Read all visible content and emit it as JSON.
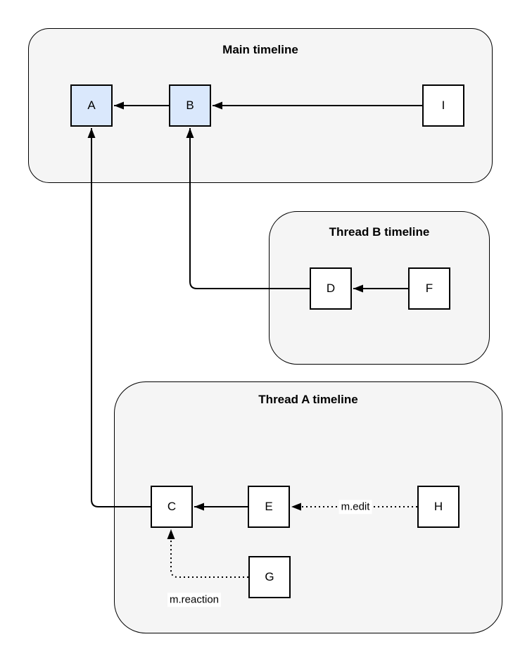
{
  "diagram": {
    "containers": {
      "main": {
        "title": "Main timeline"
      },
      "thread_b": {
        "title": "Thread B timeline"
      },
      "thread_a": {
        "title": "Thread A timeline"
      }
    },
    "nodes": {
      "a": {
        "label": "A",
        "highlighted": true
      },
      "b": {
        "label": "B",
        "highlighted": true
      },
      "i": {
        "label": "I",
        "highlighted": false
      },
      "d": {
        "label": "D",
        "highlighted": false
      },
      "f": {
        "label": "F",
        "highlighted": false
      },
      "c": {
        "label": "C",
        "highlighted": false
      },
      "e": {
        "label": "E",
        "highlighted": false
      },
      "h": {
        "label": "H",
        "highlighted": false
      },
      "g": {
        "label": "G",
        "highlighted": false
      }
    },
    "edges": [
      {
        "from": "B",
        "to": "A",
        "style": "solid",
        "label": ""
      },
      {
        "from": "I",
        "to": "B",
        "style": "solid",
        "label": ""
      },
      {
        "from": "F",
        "to": "D",
        "style": "solid",
        "label": ""
      },
      {
        "from": "E",
        "to": "C",
        "style": "solid",
        "label": ""
      },
      {
        "from": "D",
        "to": "B",
        "style": "solid",
        "label": ""
      },
      {
        "from": "C",
        "to": "A",
        "style": "solid",
        "label": ""
      },
      {
        "from": "H",
        "to": "E",
        "style": "dotted",
        "label": "m.edit"
      },
      {
        "from": "G",
        "to": "C",
        "style": "dotted",
        "label": "m.reaction"
      }
    ],
    "colors": {
      "container_fill": "#f5f5f5",
      "container_stroke": "#000000",
      "node_fill": "#ffffff",
      "node_stroke": "#000000",
      "highlighted_node_fill": "#dae8fc",
      "edge_color": "#000000",
      "edge_label_background": "#ffffff"
    }
  }
}
